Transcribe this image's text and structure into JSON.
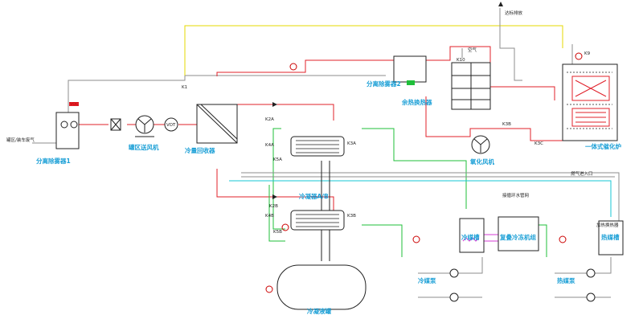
{
  "labels": {
    "separator1": "分离除雾器1",
    "separator2": "分离除雾器2",
    "tank_fan": "罐区送风机",
    "cold_recovery": "冷量回收器",
    "condenser_ab": "冷凝器A/B",
    "condensate_tank": "冷凝液罐",
    "waste_heat_exchanger": "余热换热器",
    "oxidation_fan": "氧化风机",
    "integrated_furnace": "一体式催化炉",
    "cooling_tank": "冷媒槽",
    "chiller_unit": "复叠冷冻机组",
    "cooling_pump": "冷媒泵",
    "heat_tank": "热媒槽",
    "heat_pump": "热媒泵",
    "tank_gas_inlet": "罐区/装车废气",
    "air": "空气",
    "discharge": "达标排放",
    "gas_inlet": "燃气进入口",
    "cooling_water": "接循环水管网",
    "heat_exchanger_small": "加热换热器",
    "voc": "VOC"
  },
  "tags": {
    "k1": "K1",
    "k2a": "K2A",
    "k2b": "K2B",
    "k3a": "K3A",
    "k3b": "K3B",
    "k4a": "K4A",
    "k4b": "K4B",
    "k5a": "K5A",
    "k5b": "K5B",
    "k9": "K9",
    "k10": "K10",
    "k3b_b": "K3B",
    "k3c": "K3C"
  },
  "colors": {
    "red_line": "#e0202a",
    "green_line": "#1fbf3a",
    "gray_line": "#8e8e8e",
    "yellow_line": "#e6d800",
    "cyan_line": "#14c7d6",
    "label_blue": "#1a9fd6"
  }
}
